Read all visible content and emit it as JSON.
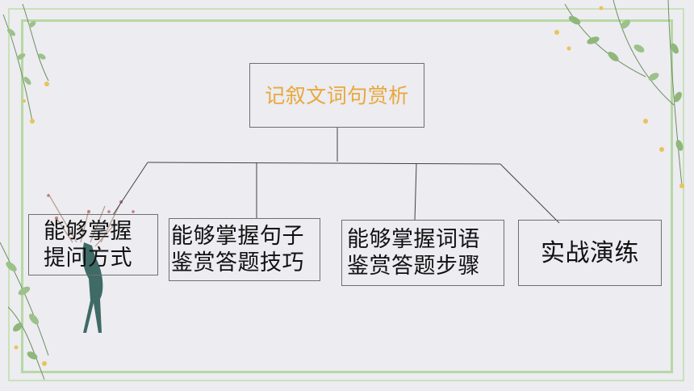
{
  "diagram": {
    "root": {
      "label": "记叙文词句赏析"
    },
    "children": [
      {
        "lines": [
          "能够掌握",
          "提问方式"
        ]
      },
      {
        "lines": [
          "能够掌握句子",
          "鉴赏答题技巧"
        ]
      },
      {
        "lines": [
          "能够掌握词语",
          "鉴赏答题步骤"
        ]
      },
      {
        "lines": [
          "实战演练"
        ]
      }
    ]
  },
  "colors": {
    "background": "#ececf1",
    "frame_border": "#b7d8a4",
    "title_text": "#e8a83a",
    "node_border": "#707070",
    "leaf_green": "#8fb77a",
    "bud_yellow": "#e9c35a"
  },
  "decorations": [
    "leafy-vine-top-left",
    "leafy-vine-top-right",
    "leafy-vine-right",
    "deer-with-branch-antlers",
    "leafy-vine-bottom-left"
  ]
}
